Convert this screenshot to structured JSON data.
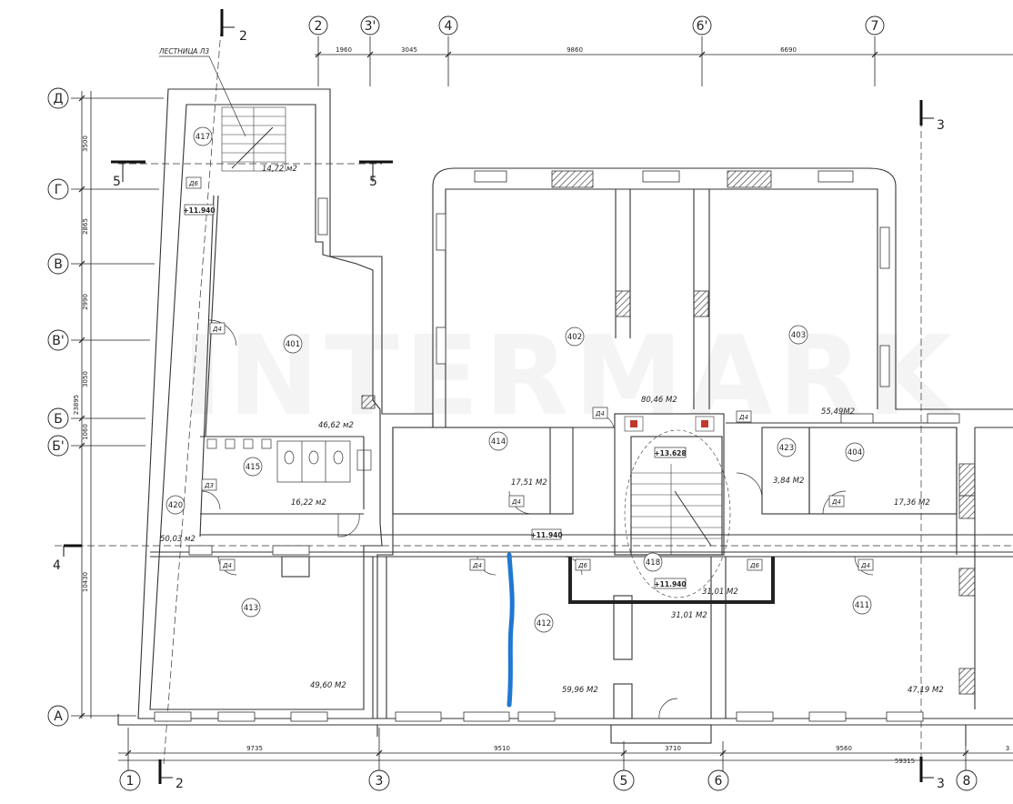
{
  "top_axes": [
    "2",
    "3'",
    "4",
    "6'",
    "7"
  ],
  "top_dims": [
    "1960",
    "3045",
    "9860",
    "6690"
  ],
  "bottom_axes": [
    "1",
    "3",
    "5",
    "6",
    "8"
  ],
  "bottom_dims": [
    "9735",
    "9510",
    "3710",
    "9560",
    "3"
  ],
  "bottom_total": "59315",
  "left_axes": [
    "Д",
    "Г",
    "В",
    "В'",
    "Б",
    "Б'",
    "А"
  ],
  "left_dims": [
    "3500",
    "2865",
    "2990",
    "3050",
    "1060",
    "10430"
  ],
  "left_total": "23895",
  "cuts": {
    "c2": "2",
    "c3": "3",
    "c4": "4",
    "c5": "5"
  },
  "stair_label": "ЛЕСТНИЦА Л3",
  "rooms": {
    "r401": "401",
    "r402": "402",
    "r403": "403",
    "r404": "404",
    "r411": "411",
    "r412": "412",
    "r413": "413",
    "r414": "414",
    "r415": "415",
    "r417": "417",
    "r418": "418",
    "r420": "420",
    "r423": "423"
  },
  "areas": {
    "a417": "14,72 м2",
    "a401": "46,62 м2",
    "a402": "80,46 М2",
    "a403": "55,49М2",
    "a414": "17,51 М2",
    "a415": "16,22 м2",
    "a420": "50,03 м2",
    "a423": "3,84 М2",
    "a404": "17,36 М2",
    "a418": "31,01 М2",
    "a418b": "31,01 М2",
    "a413": "49,60 М2",
    "a412": "59,96 М2",
    "a411": "47,19 М2"
  },
  "doors": {
    "d4": "Д4",
    "d6": "Д6",
    "d3": "Д3"
  },
  "levels": {
    "l1": "+11.940",
    "l2": "+11.940",
    "l3": "+13.628",
    "l4": "+11.940"
  },
  "watermark": "INTERMARK",
  "colors": {
    "line": "#222222",
    "wall": "#333333",
    "marker": "#1f78d1"
  }
}
